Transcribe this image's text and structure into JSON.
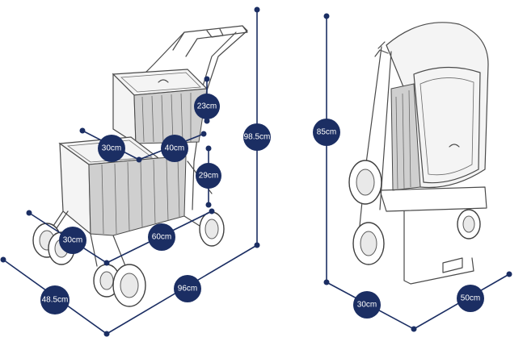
{
  "colors": {
    "navy": "#1b2e63"
  },
  "left_view": {
    "dimensions": {
      "height_total": "98.5cm",
      "top_basket_height": "23cm",
      "top_basket_length": "40cm",
      "top_basket_width": "30cm",
      "bottom_basket_height": "29cm",
      "bottom_basket_length": "60cm",
      "bottom_basket_width": "30cm",
      "base_width": "48.5cm",
      "base_length": "96cm"
    }
  },
  "right_view": {
    "dimensions": {
      "folded_height": "85cm",
      "folded_width": "30cm",
      "folded_length": "50cm"
    }
  }
}
